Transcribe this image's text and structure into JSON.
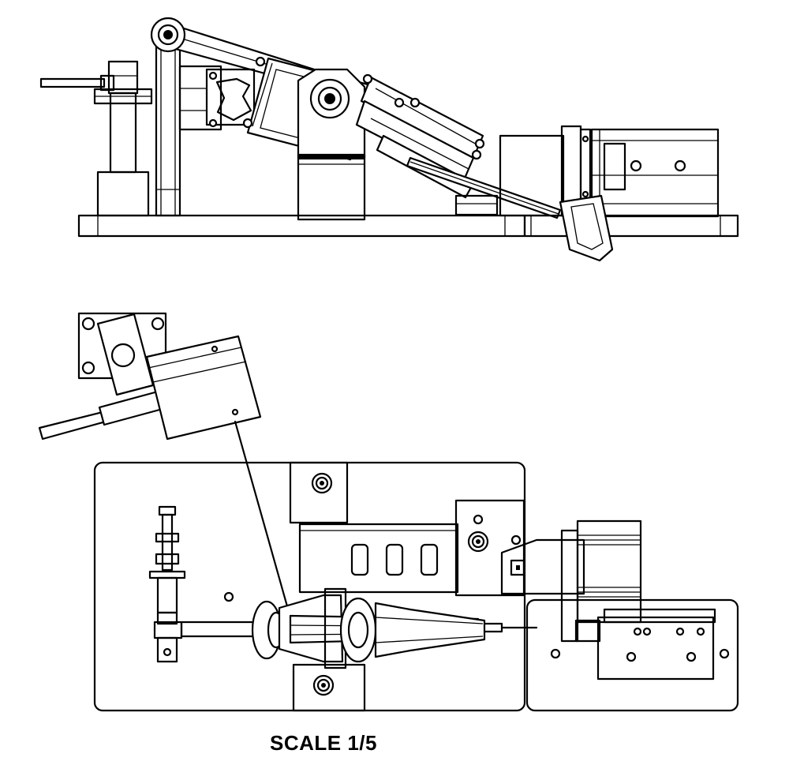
{
  "drawing": {
    "scale_label": "SCALE 1/5",
    "views": [
      "side-elevation-view",
      "top-plan-view"
    ],
    "line_color": "#000000",
    "background_color": "#ffffff"
  }
}
